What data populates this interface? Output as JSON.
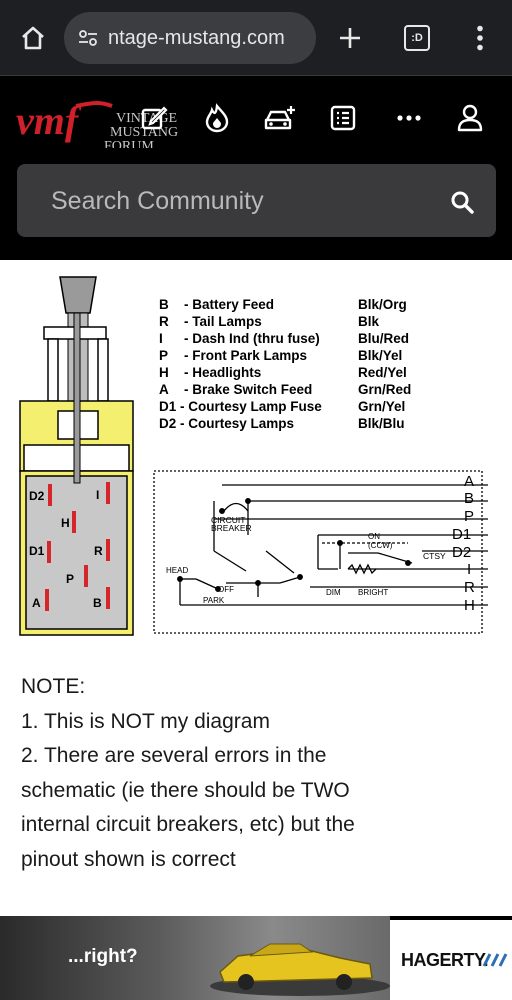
{
  "browser": {
    "url": "ntage-mustang.com",
    "tab_label": ":D",
    "icons": [
      "home-icon",
      "site-settings-icon",
      "new-tab-icon",
      "tab-switcher-icon",
      "browser-menu-icon"
    ]
  },
  "forum": {
    "logo_short": "vmf",
    "logo_line1": "VINTAGE",
    "logo_line2": "MUSTANG",
    "logo_line3": "FORUM",
    "nav_icons": [
      "new-post-icon",
      "trending-icon",
      "garage-icon",
      "news-list-icon",
      "more-icon",
      "account-icon"
    ],
    "search_placeholder": "Search Community"
  },
  "diagram": {
    "legend": [
      {
        "code": "B",
        "name": "- Battery Feed",
        "color": "Blk/Org"
      },
      {
        "code": "R",
        "name": "- Tail Lamps",
        "color": "Blk"
      },
      {
        "code": "I",
        "name": "- Dash Ind (thru fuse)",
        "color": "Blu/Red"
      },
      {
        "code": "P",
        "name": "- Front Park Lamps",
        "color": "Blk/Yel"
      },
      {
        "code": "H",
        "name": "- Headlights",
        "color": "Red/Yel"
      },
      {
        "code": "A",
        "name": "- Brake Switch Feed",
        "color": "Grn/Red"
      },
      {
        "code": "D1",
        "name": "- Courtesy Lamp Fuse",
        "color": "Grn/Yel"
      },
      {
        "code": "D2",
        "name": "- Courtesy Lamps",
        "color": "Blk/Blu"
      }
    ],
    "pins": {
      "d2": "D2",
      "i": "I",
      "h": "H",
      "d1": "D1",
      "r": "R",
      "p": "P",
      "a": "A",
      "b": "B"
    },
    "schematic_outputs": [
      "A",
      "B",
      "P",
      "D1",
      "D2",
      "I",
      "R",
      "H"
    ],
    "schematic_labels": {
      "circuit": "CIRCUIT",
      "breaker": "BREAKER",
      "head": "HEAD",
      "off": "OFF",
      "park": "PARK",
      "on": "ON",
      "ccw": "(CCW)",
      "ctsy": "CTSY",
      "dim": "DIM",
      "bright": "BRIGHT"
    }
  },
  "note": {
    "lines": [
      "NOTE:",
      "1. This is NOT my diagram",
      "2. There are several errors in the",
      "schematic (ie there should be TWO",
      "internal circuit breakers, etc) but the",
      "pinout shown is correct"
    ]
  },
  "ad": {
    "tagline": "...right?",
    "brand": "HAGERTY."
  },
  "colors": {
    "browser_bar": "#1e1f22",
    "logo_red": "#d0202a",
    "switch_yellow": "#f4ef6e",
    "pin_red": "#d6262a",
    "switch_body": "#c8c8c8"
  }
}
